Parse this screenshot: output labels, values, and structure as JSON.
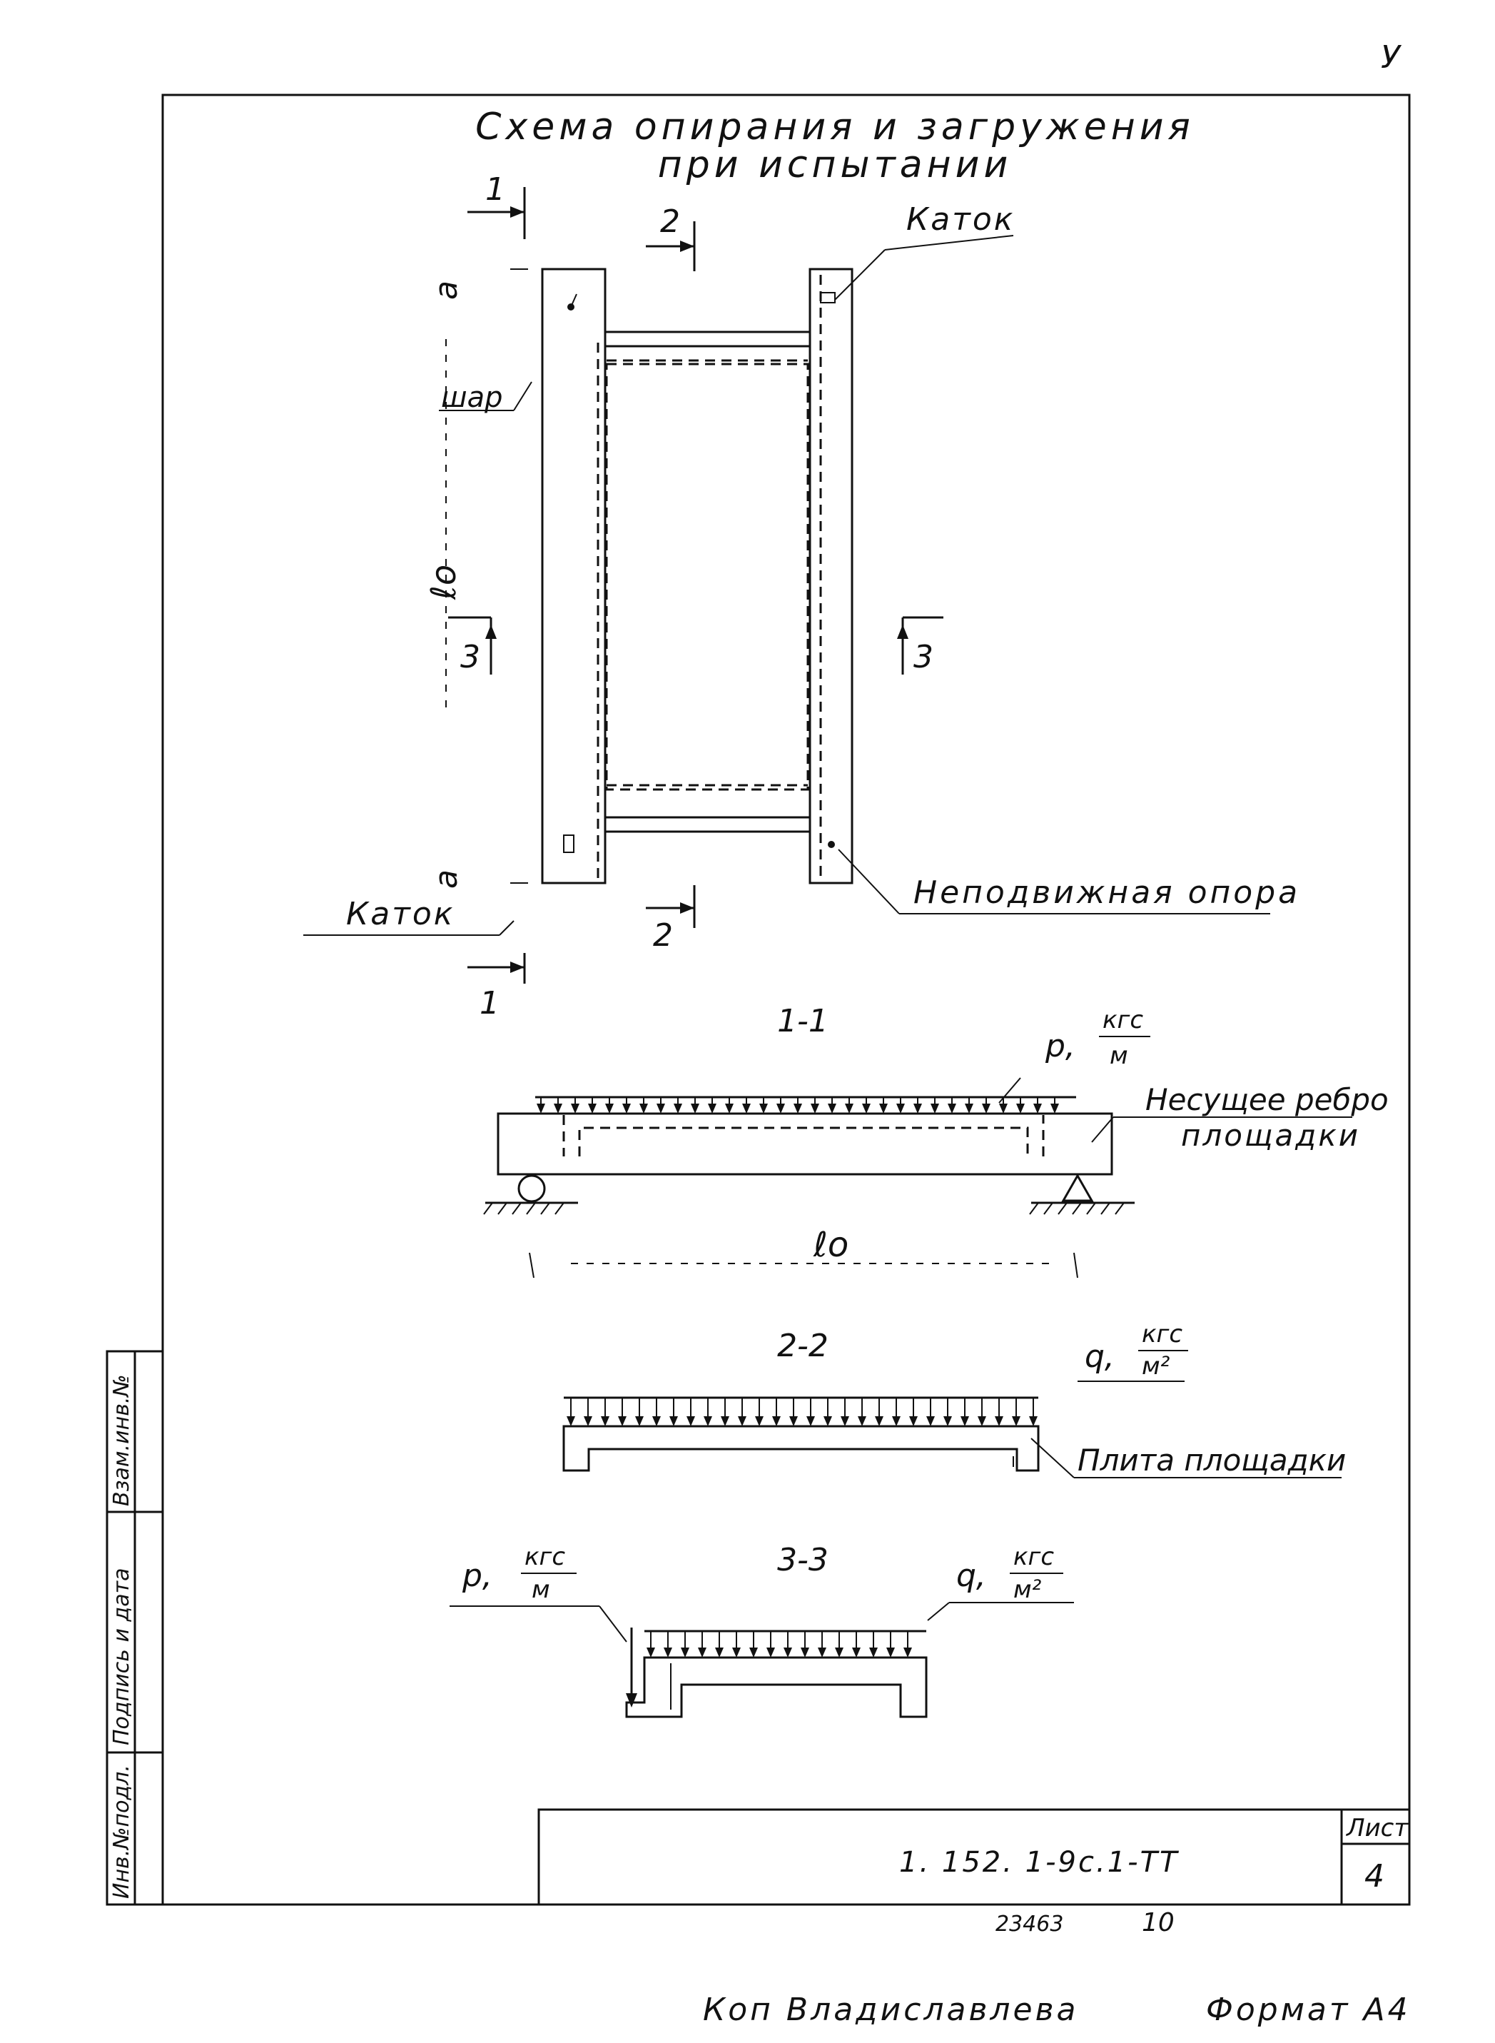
{
  "page_number_top": "У",
  "title_line1": "Схема опирания и загружения",
  "title_line2": "при испытании",
  "plan": {
    "section1_label": "1",
    "section2_label": "2",
    "section3_label": "3",
    "dim_a": "а",
    "dim_l0": "ℓо",
    "label_katok_top": "Каток",
    "label_shar": "шар",
    "label_katok_bottom": "Каток",
    "label_fixed_support": "Неподвижная опора"
  },
  "section_1_1": {
    "title": "1-1",
    "load_p": "p,",
    "load_p_num": "кгс",
    "load_p_den": "м",
    "label_rib_line1": "Несущее ребро",
    "label_rib_line2": "площадки",
    "dim_l0": "ℓо"
  },
  "section_2_2": {
    "title": "2-2",
    "load_q": "q,",
    "load_q_num": "кгс",
    "load_q_den": "м²",
    "label_plate": "Плита площадки"
  },
  "section_3_3": {
    "title": "3-3",
    "load_p": "р,",
    "load_p_num": "кгс",
    "load_p_den": "м",
    "load_q": "q,",
    "load_q_num": "кгс",
    "load_q_den": "м²"
  },
  "stamp": {
    "code": "1. 152. 1-9с.1-ТТ",
    "sheet_label": "Лист",
    "sheet_number": "4"
  },
  "side_stamp": {
    "inv_podl": "Инв.№подл.",
    "podpis": "Подпись и дата",
    "vzam": "Взам.инв.№"
  },
  "footer": {
    "number": "23463",
    "page": "10",
    "copied": "Коп  Владиславлева",
    "format": "Формат А4"
  }
}
